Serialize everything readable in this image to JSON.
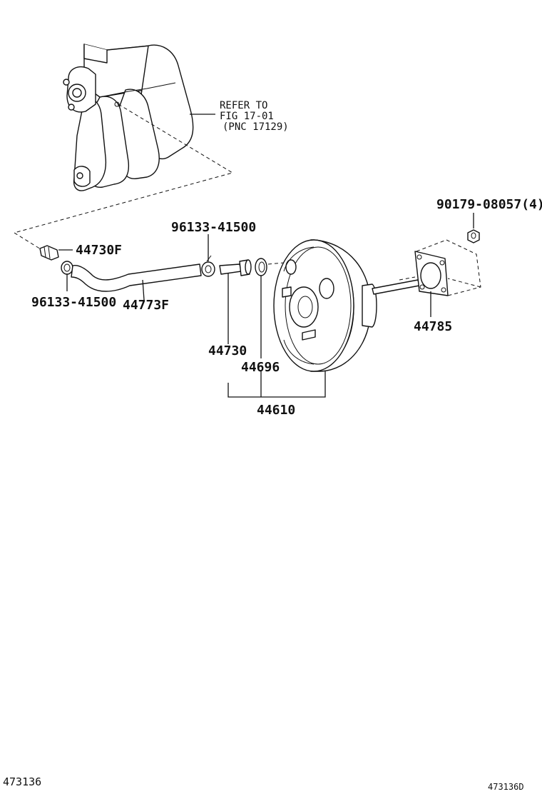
{
  "refer_note": {
    "line1": "REFER TO",
    "line2": "FIG 17-01",
    "line3": "(PNC 17129)"
  },
  "parts": {
    "nut": "90179-08057(4)",
    "clip_top": "96133-41500",
    "union": "44730F",
    "clip_bottom": "96133-41500",
    "hose": "44773F",
    "check_valve": "44730",
    "grommet": "44696",
    "booster_assy": "44610",
    "gasket": "44785"
  },
  "footer": {
    "left_code": "473136",
    "right_code": "473136D"
  }
}
